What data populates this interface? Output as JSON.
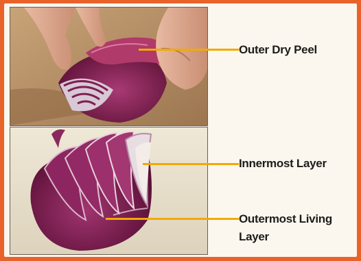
{
  "labels": {
    "outer_dry_peel": "Outer Dry Peel",
    "innermost_layer": "Innermost Layer",
    "outermost_living_line1": "Outermost Living",
    "outermost_living_line2": "Layer"
  },
  "colors": {
    "background_border": "#e8622a",
    "panel": "#fbf7ee",
    "leader_line": "#f2a900",
    "onion_purple": "#7d1f52",
    "text": "#1c1c1c"
  }
}
